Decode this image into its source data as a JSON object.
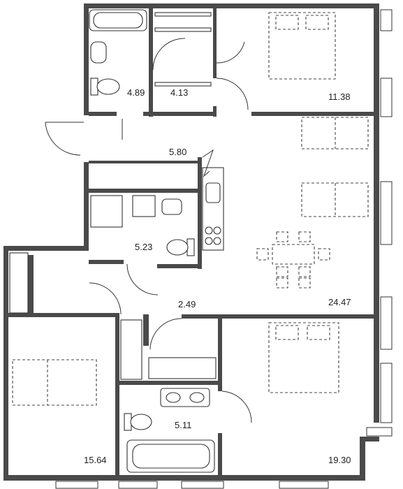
{
  "rooms": [
    {
      "id": "bathroom-1",
      "area": "4.89"
    },
    {
      "id": "wardrobe-1",
      "area": "4.13"
    },
    {
      "id": "bedroom-1",
      "area": "11.38"
    },
    {
      "id": "hallway",
      "area": "5.80"
    },
    {
      "id": "bathroom-2",
      "area": "5.23"
    },
    {
      "id": "living-kitchen",
      "area": "24.47"
    },
    {
      "id": "corridor",
      "area": "2.49"
    },
    {
      "id": "bedroom-2",
      "area": "15.64"
    },
    {
      "id": "bathroom-3",
      "area": "5.11"
    },
    {
      "id": "bedroom-3",
      "area": "19.30"
    }
  ]
}
